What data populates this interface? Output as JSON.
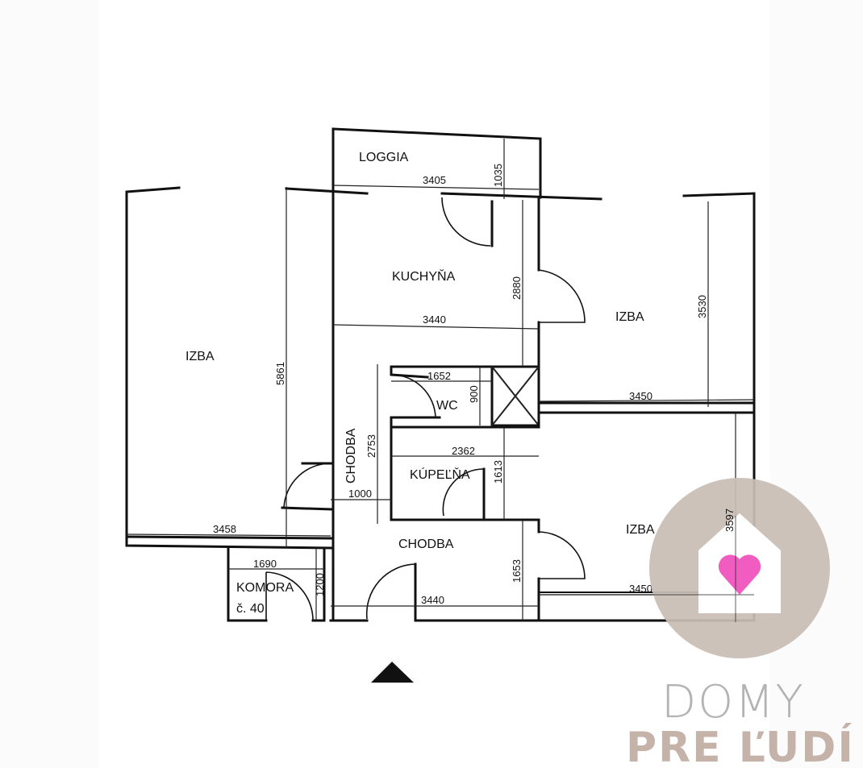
{
  "floor_plan": {
    "rooms": {
      "loggia": "LOGGIA",
      "kitchen": "KUCHYŇA",
      "room_left": "IZBA",
      "room_top_right": "IZBA",
      "room_bottom_right": "IZBA",
      "wc": "WC",
      "bathroom": "KÚPEĽŇA",
      "hallway_vertical": "CHODBA",
      "hallway_bottom": "CHODBA",
      "storage": "KOMORA",
      "storage_number": "č. 40"
    },
    "dimensions": {
      "loggia_width": "3405",
      "loggia_depth": "1035",
      "kitchen_width": "3440",
      "kitchen_depth": "2880",
      "room_left_depth": "5861",
      "room_left_width": "3458",
      "room_top_right_depth": "3530",
      "room_top_right_width": "3450",
      "wc_width": "1652",
      "wc_depth": "900",
      "core_depth": "2753",
      "bathroom_width": "2362",
      "bathroom_depth": "1613",
      "hallway_width": "1000",
      "hallway_bottom_depth": "1653",
      "hallway_bottom_width": "3440",
      "room_bottom_right_depth": "3597",
      "room_bottom_right_width": "3450",
      "storage_width": "1690",
      "storage_depth": "1200"
    },
    "entrance_marker": "triangle-up"
  },
  "logo": {
    "line1": "DOMY",
    "line2": "PRE ĽUDÍ",
    "circle_color": "#c9bdb5",
    "heart_color": "#f05cc0"
  }
}
